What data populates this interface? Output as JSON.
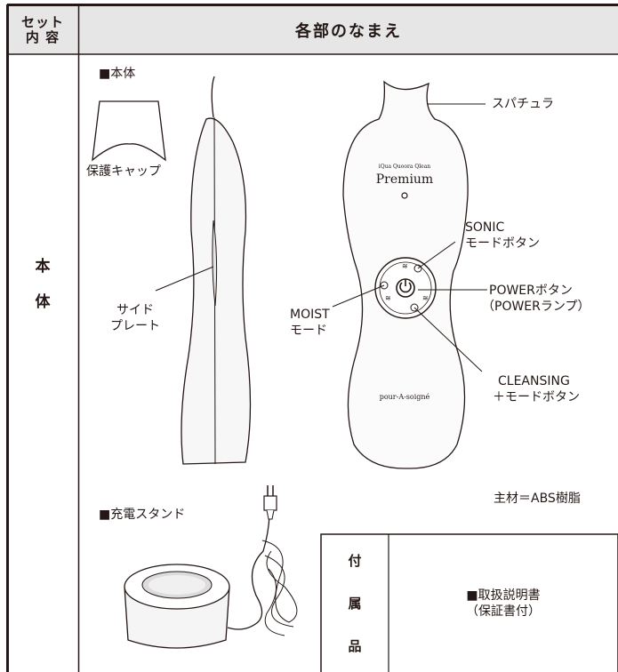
{
  "header": {
    "set_contents_line1": "セット",
    "set_contents_line2": "内 容",
    "title": "各部のなまえ"
  },
  "side_label": {
    "char1": "本",
    "char2": "体"
  },
  "main_unit": {
    "section_title": "■本体",
    "cap_label": "保護キャップ",
    "side_plate_line1": "サイド",
    "side_plate_line2": "プレート",
    "spatula": "スパチュラ",
    "brand_small": "iQua Quoora Qlean",
    "brand_premium": "Premium",
    "brand_bottom": "pour-A-soigné",
    "sonic_line1": "SONIC",
    "sonic_line2": "モードボタン",
    "power_line1": "POWERボタン",
    "power_line2": "（POWERランプ）",
    "moist_line1": "MOIST",
    "moist_line2": "モード",
    "cleansing_line1": "CLEANSING",
    "cleansing_line2": "＋モードボタン",
    "material": "主材＝ABS樹脂"
  },
  "charging_stand": {
    "section_title": "■充電スタンド"
  },
  "accessories": {
    "char1": "付",
    "char2": "属",
    "char3": "品",
    "item_line1": "■取扱説明書",
    "item_line2": "（保証書付）"
  }
}
